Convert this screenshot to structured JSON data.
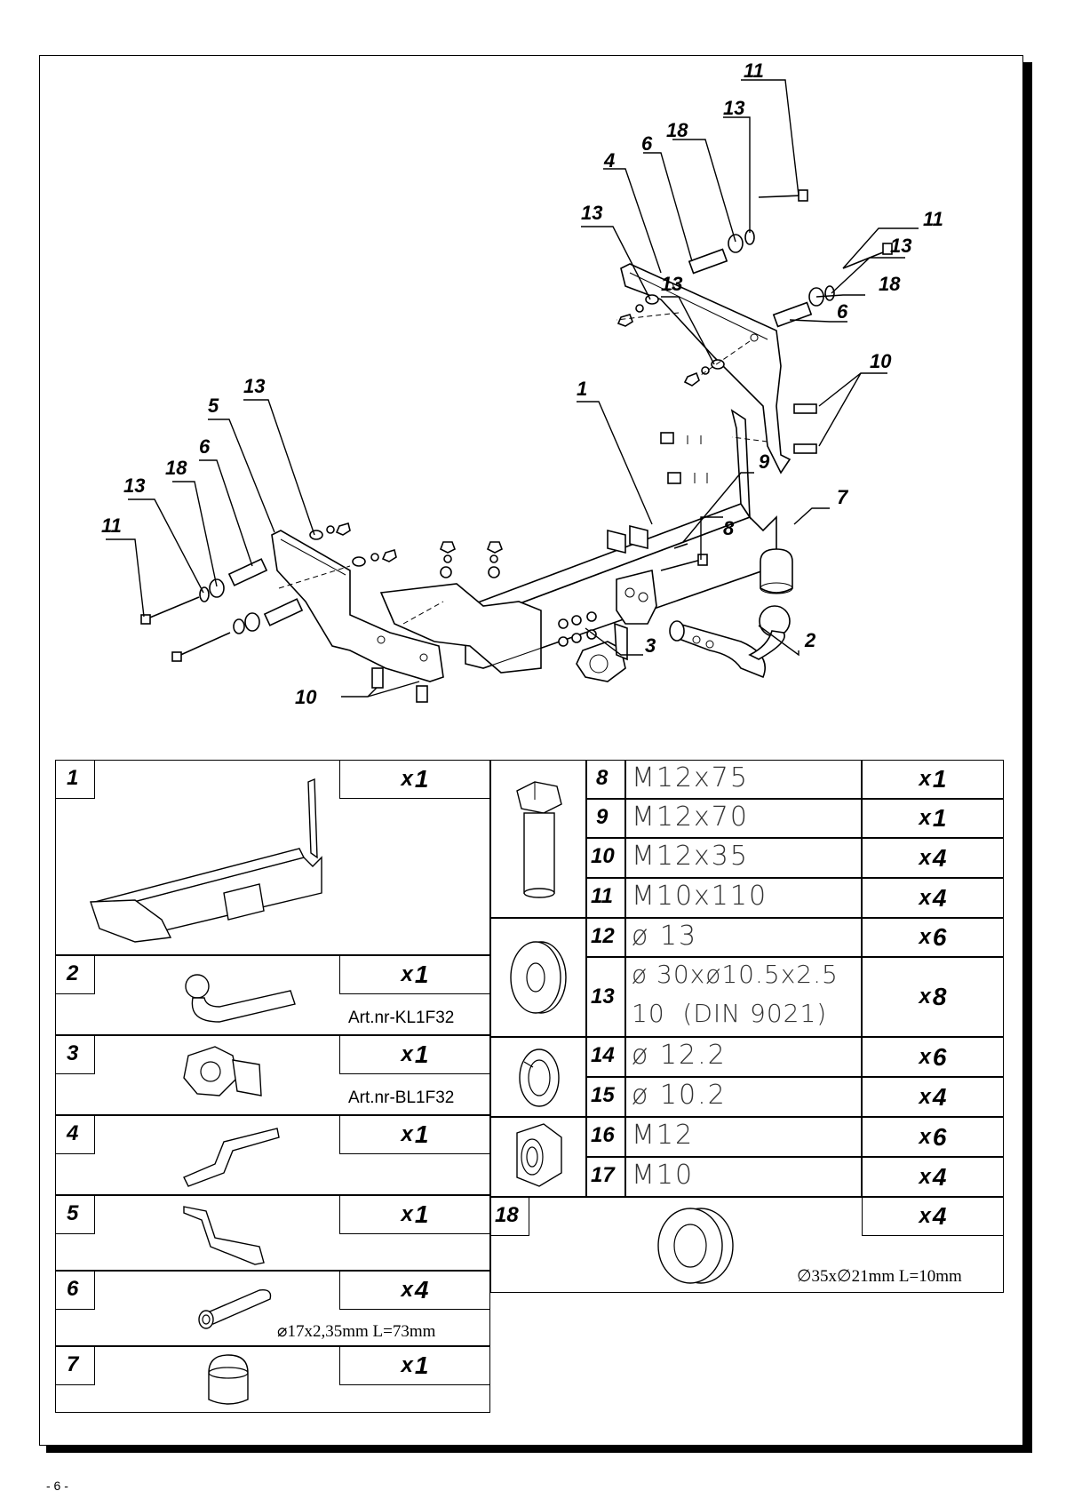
{
  "drawing": {
    "callouts": {
      "c11a": "11",
      "c13a": "13",
      "c18a": "18",
      "c6a": "6",
      "c4": "4",
      "c13b": "13",
      "c11b": "11",
      "c13c": "13",
      "c18b": "18",
      "c6b": "6",
      "c13d": "13",
      "c10a": "10",
      "c1": "1",
      "c9": "9",
      "c7": "7",
      "c8": "8",
      "c2": "2",
      "c3": "3",
      "c10b": "10",
      "c5": "5",
      "c13e": "13",
      "c6c": "6",
      "c18c": "18",
      "c13f": "13",
      "c11c": "11"
    }
  },
  "left_table": [
    {
      "num": "1",
      "qty_x": "x",
      "qty": "1",
      "art": ""
    },
    {
      "num": "2",
      "qty_x": "x",
      "qty": "1",
      "art": "Art.nr-KL1F32"
    },
    {
      "num": "3",
      "qty_x": "x",
      "qty": "1",
      "art": "Art.nr-BL1F32"
    },
    {
      "num": "4",
      "qty_x": "x",
      "qty": "1",
      "art": ""
    },
    {
      "num": "5",
      "qty_x": "x",
      "qty": "1",
      "art": ""
    },
    {
      "num": "6",
      "qty_x": "x",
      "qty": "4",
      "art": "⌀17x2,35mm L=73mm"
    },
    {
      "num": "7",
      "qty_x": "x",
      "qty": "1",
      "art": ""
    }
  ],
  "right_table": [
    {
      "num": "8",
      "spec": "M12x75",
      "qty_x": "x",
      "qty": "1"
    },
    {
      "num": "9",
      "spec": "M12x70",
      "qty_x": "x",
      "qty": "1"
    },
    {
      "num": "10",
      "spec": "M12x35",
      "qty_x": "x",
      "qty": "4"
    },
    {
      "num": "11",
      "spec": "M10x110",
      "qty_x": "x",
      "qty": "4"
    },
    {
      "num": "12",
      "spec": "ø 13",
      "qty_x": "x",
      "qty": "6"
    },
    {
      "num": "13",
      "spec": "ø 30xø10.5x2.5",
      "spec2": "10  (DIN 9021)",
      "qty_x": "x",
      "qty": "8"
    },
    {
      "num": "14",
      "spec": "ø 12.2",
      "qty_x": "x",
      "qty": "6"
    },
    {
      "num": "15",
      "spec": "ø 10.2",
      "qty_x": "x",
      "qty": "4"
    },
    {
      "num": "16",
      "spec": "M12",
      "qty_x": "x",
      "qty": "6"
    },
    {
      "num": "17",
      "spec": "M10",
      "qty_x": "x",
      "qty": "4"
    }
  ],
  "spacer_row": {
    "num": "18",
    "qty_x": "x",
    "qty": "4",
    "dim": "∅35x∅21mm L=10mm"
  },
  "page_number": "- 6 -"
}
